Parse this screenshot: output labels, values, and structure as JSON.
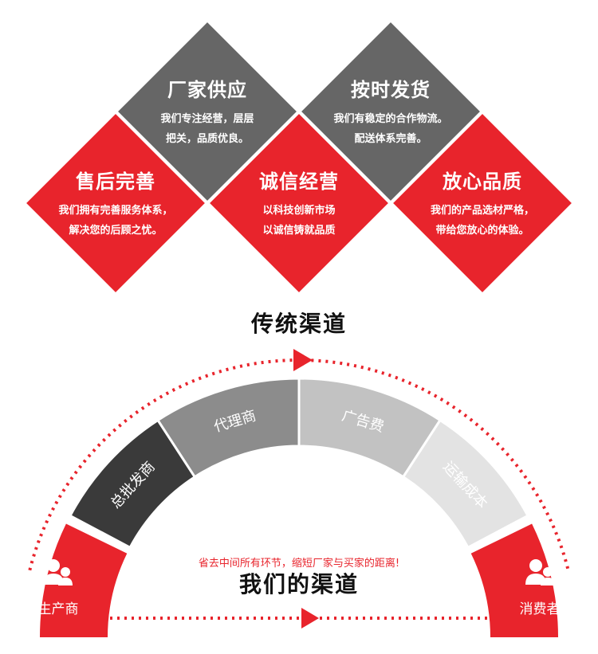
{
  "cards": [
    {
      "title": "厂家供应",
      "lines": [
        "我们专注经营，层层",
        "把关，品质优良。"
      ],
      "color": "#666666"
    },
    {
      "title": "按时发货",
      "lines": [
        "我们有稳定的合作物流。",
        "配送体系完善。"
      ],
      "color": "#666666"
    },
    {
      "title": "售后完善",
      "lines": [
        "我们拥有完善服务体系，",
        "解决您的后顾之忧。"
      ],
      "color": "#e8242c"
    },
    {
      "title": "诚信经营",
      "lines": [
        "以科技创新市场",
        "以诚信铸就品质"
      ],
      "color": "#e8242c"
    },
    {
      "title": "放心品质",
      "lines": [
        "我们的产品选材严格，",
        "带给您放心的体验。"
      ],
      "color": "#e8242c"
    }
  ],
  "traditional_title": "传统渠道",
  "arc_segments": [
    {
      "label": "总批发商",
      "color": "#3a3a3a",
      "text_color": "#ffffff"
    },
    {
      "label": "代理商",
      "color": "#8c8c8c",
      "text_color": "#ffffff"
    },
    {
      "label": "广告费",
      "color": "#c2c2c2",
      "text_color": "#ffffff"
    },
    {
      "label": "运输成本",
      "color": "#e3e3e3",
      "text_color": "#ffffff"
    }
  ],
  "slogan": "省去中间所有环节，缩短厂家与买家的距离!",
  "our_channel_title": "我们的渠道",
  "producer_label": "生产商",
  "consumer_label": "消费者",
  "producer_icon": "people-icon",
  "consumer_icon": "people-icon",
  "accent_color": "#e8242c"
}
